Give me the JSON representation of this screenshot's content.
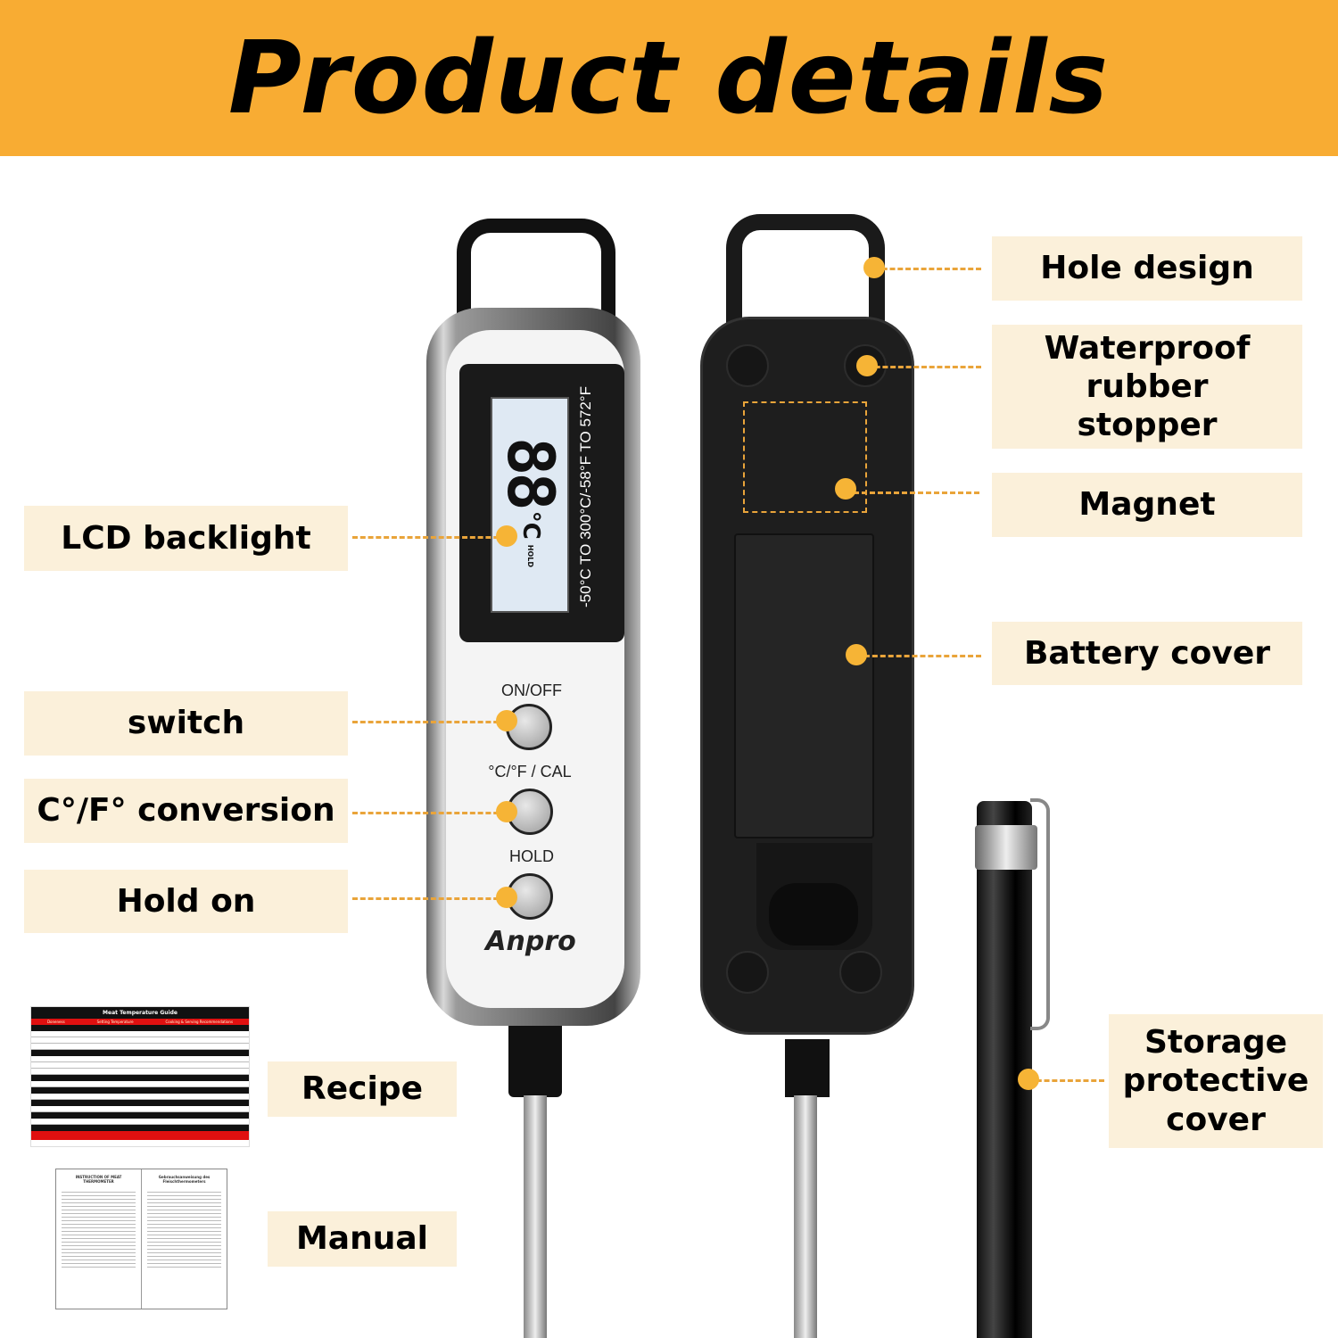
{
  "header": {
    "title": "Product details"
  },
  "left_labels": {
    "lcd": "LCD backlight",
    "switch": "switch",
    "conversion": "C°/F° conversion",
    "hold": "Hold on"
  },
  "right_labels": {
    "hole": "Hole design",
    "stopper": "Waterproof rubber stopper",
    "magnet": "Magnet",
    "battery": "Battery cover",
    "cover": "Storage protective cover"
  },
  "bottom_labels": {
    "recipe": "Recipe",
    "manual": "Manual"
  },
  "device": {
    "range": "-50°C TO 300°C/-58°F TO 572°F",
    "lcd_digits": "88",
    "lcd_unit": "°C",
    "lcd_hold": "HOLD",
    "button_onoff": "ON/OFF",
    "button_cal": "°C/°F / CAL",
    "button_hold": "HOLD",
    "brand": "Anpro"
  },
  "recipe_card": {
    "title": "Meat Temperature Guide",
    "columns": [
      "Doneness",
      "Setting Temperature",
      "Cooking & Serving Recommendations"
    ]
  },
  "manual": {
    "title_en": "INSTRUCTION OF MEAT THERMOMETER",
    "title_de": "Gebrauchsanweisung des Fleischthermometers"
  },
  "colors": {
    "accent": "#F8AC33",
    "label_bg": "#FBF0DA",
    "dot": "#F6B436"
  }
}
